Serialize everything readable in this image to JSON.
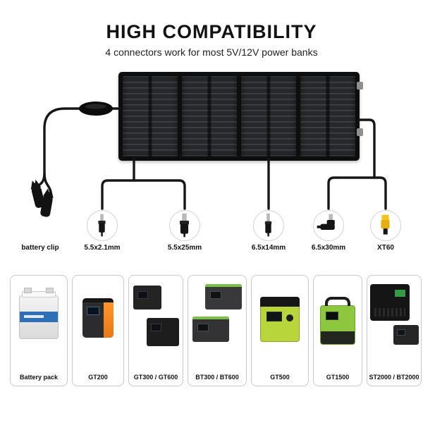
{
  "header": {
    "title": "HIGH COMPATIBILITY",
    "subtitle": "4 connectors work for most 5V/12V power banks"
  },
  "connectors": [
    {
      "label": "battery clip",
      "icon": "battery-clip-icon"
    },
    {
      "label": "5.5x2.1mm",
      "icon": "dc-plug-small-icon"
    },
    {
      "label": "5.5x25mm",
      "icon": "dc-plug-barrel-icon"
    },
    {
      "label": "6.5x14mm",
      "icon": "dc-plug-slim-icon"
    },
    {
      "label": "6.5x30mm",
      "icon": "dc-plug-right-angle-icon"
    },
    {
      "label": "XT60",
      "icon": "xt60-connector-icon"
    }
  ],
  "products": [
    {
      "label": "Battery pack"
    },
    {
      "label": "GT200"
    },
    {
      "label": "GT300 / GT600"
    },
    {
      "label": "BT300 / BT600"
    },
    {
      "label": "GT500"
    },
    {
      "label": "GT1500"
    },
    {
      "label": "ST2000 / BT2000"
    }
  ],
  "colors": {
    "wire": "#161616",
    "panel_dark": "#26282b",
    "green_accent": "#8dc63f",
    "orange_accent": "#f08c1e",
    "blue_accent": "#2f6fb8",
    "xt60_yellow": "#f6c21c"
  }
}
